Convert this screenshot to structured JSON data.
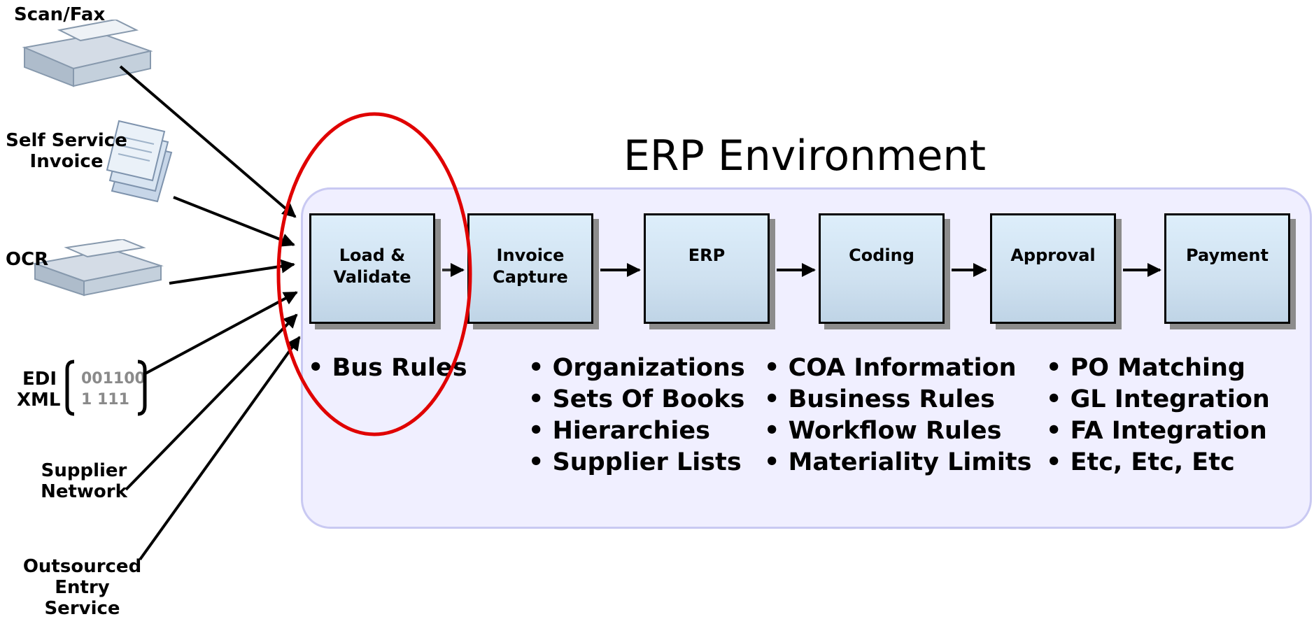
{
  "title": "ERP Environment",
  "sources": [
    {
      "label": "Scan/Fax",
      "icon": "scanner-fax-icon"
    },
    {
      "label": "Self Service Invoice",
      "icon": "invoice-documents-icon"
    },
    {
      "label": "OCR",
      "icon": "ocr-scanner-icon"
    },
    {
      "label": "EDI XML",
      "edi": "EDI",
      "xml": "XML",
      "code_line1": "001100",
      "code_line2": "1 111"
    },
    {
      "label": "Supplier Network"
    },
    {
      "label": "Outsourced Entry Service"
    }
  ],
  "steps": [
    {
      "label": "Load &\nValidate"
    },
    {
      "label": "Invoice\nCapture"
    },
    {
      "label": "ERP"
    },
    {
      "label": "Coding"
    },
    {
      "label": "Approval"
    },
    {
      "label": "Payment"
    }
  ],
  "bullet_groups": [
    {
      "items": [
        "Bus Rules"
      ]
    },
    {
      "items": [
        "Organizations",
        "Sets Of Books",
        "Hierarchies",
        "Supplier Lists"
      ]
    },
    {
      "items": [
        "COA Information",
        "Business Rules",
        "Workflow Rules",
        "Materiality Limits"
      ]
    },
    {
      "items": [
        "PO Matching",
        "GL Integration",
        "FA Integration",
        "Etc, Etc, Etc"
      ]
    }
  ],
  "colors": {
    "highlight_ellipse": "#e00000",
    "environment_fill": "#f0efff",
    "environment_border": "#c9c9f2",
    "step_fill": "#cfe1f0"
  }
}
